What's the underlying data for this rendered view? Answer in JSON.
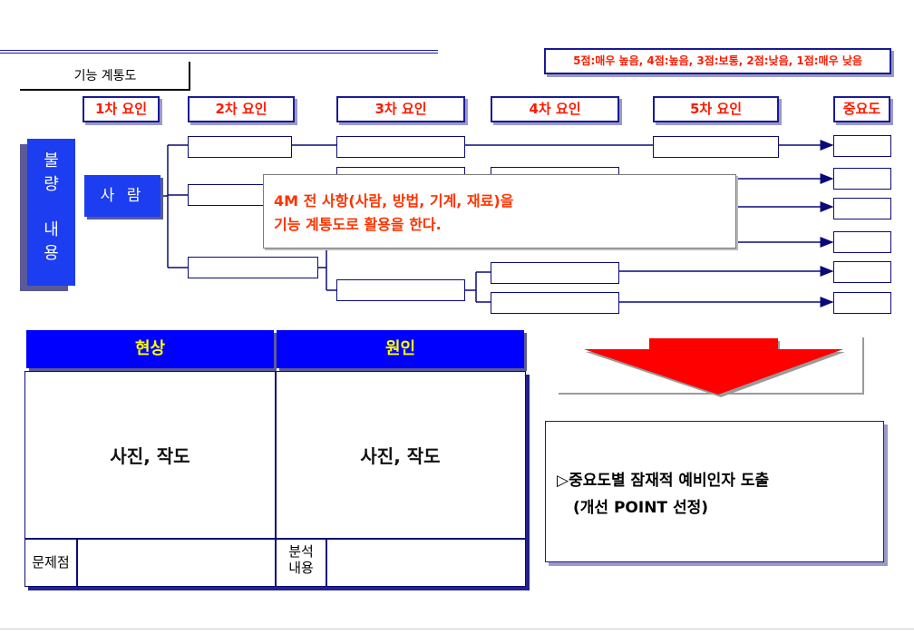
{
  "header": {
    "title": "기능 계통도",
    "legend": "5점:매우 높음, 4점:높음, 3점:보통, 2점:낮음, 1점:매우 낮음"
  },
  "factors": [
    "1차 요인",
    "2차 요인",
    "3차 요인",
    "4차 요인",
    "5차 요인",
    "중요도"
  ],
  "side_label": [
    "불",
    "량",
    "내",
    "용"
  ],
  "person_label": "사 람",
  "note": {
    "line1": "4M 전 사항(사람, 방법, 기계, 재료)을",
    "line2": "기능 계통도로 활용을 한다."
  },
  "table": {
    "col1_header": "현상",
    "col2_header": "원인",
    "col1_content": "사진, 작도",
    "col2_content": "사진, 작도",
    "row_label_1": "문제점",
    "row_label_2_line1": "분석",
    "row_label_2_line2": "내용"
  },
  "result": {
    "marker": "▷",
    "line1": "중요도별 잠재적 예비인자 도출",
    "line2": "(개선 POINT 선정)"
  },
  "colors": {
    "blue": "#1c3df0",
    "navy": "#0a0a7a",
    "red": "#ff1a00",
    "yellow": "#ffff00",
    "arrow": "#ff0000"
  }
}
